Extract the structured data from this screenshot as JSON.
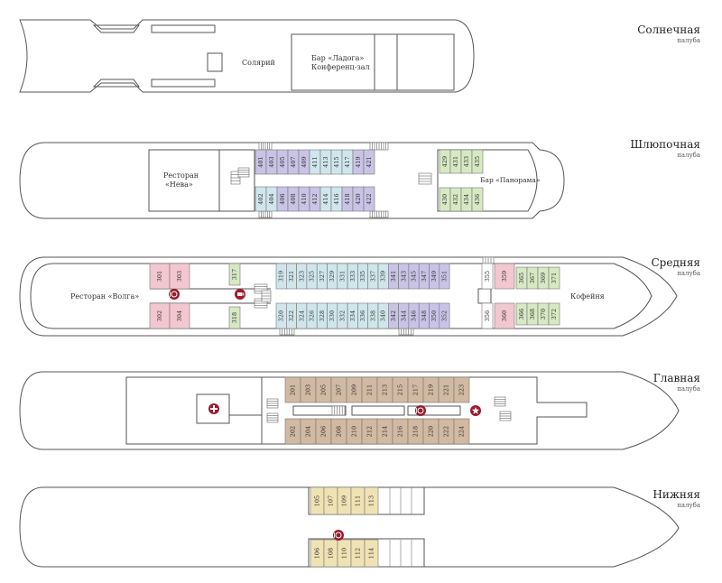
{
  "colors": {
    "outline": "#555555",
    "cat_purple": "#c9c3e6",
    "cat_lightblue": "#cfe6ec",
    "cat_green": "#d7e9c3",
    "cat_pink": "#f2c7cf",
    "cat_tan": "#d2b9a2",
    "cat_yellow": "#f0e3b3",
    "cat_white": "#ffffff",
    "marker": "#9b1b2c"
  },
  "decks": [
    {
      "title": "Солнечная",
      "subtitle": "палуба",
      "labels": [
        {
          "text": "Солярий"
        },
        {
          "text": "Бар «Ладога»"
        },
        {
          "text": "Конференц-зал"
        }
      ],
      "cabins": []
    },
    {
      "title": "Шлюпочная",
      "subtitle": "палуба",
      "labels": [
        {
          "text": "Ресторан"
        },
        {
          "text": "«Нева»"
        },
        {
          "text": "Бар «Панорама»"
        }
      ],
      "cabins": [
        {
          "n": "401",
          "cat": "purple"
        },
        {
          "n": "403",
          "cat": "purple"
        },
        {
          "n": "405",
          "cat": "purple"
        },
        {
          "n": "407",
          "cat": "purple"
        },
        {
          "n": "409",
          "cat": "purple"
        },
        {
          "n": "411",
          "cat": "lightblue"
        },
        {
          "n": "413",
          "cat": "lightblue"
        },
        {
          "n": "415",
          "cat": "lightblue"
        },
        {
          "n": "417",
          "cat": "lightblue"
        },
        {
          "n": "419",
          "cat": "purple"
        },
        {
          "n": "421",
          "cat": "purple"
        },
        {
          "n": "402",
          "cat": "lightblue"
        },
        {
          "n": "404",
          "cat": "lightblue"
        },
        {
          "n": "406",
          "cat": "purple"
        },
        {
          "n": "408",
          "cat": "purple"
        },
        {
          "n": "410",
          "cat": "purple"
        },
        {
          "n": "412",
          "cat": "purple"
        },
        {
          "n": "414",
          "cat": "lightblue"
        },
        {
          "n": "416",
          "cat": "lightblue"
        },
        {
          "n": "418",
          "cat": "purple"
        },
        {
          "n": "420",
          "cat": "purple"
        },
        {
          "n": "422",
          "cat": "purple"
        },
        {
          "n": "429",
          "cat": "green"
        },
        {
          "n": "431",
          "cat": "green"
        },
        {
          "n": "433",
          "cat": "green"
        },
        {
          "n": "435",
          "cat": "green"
        },
        {
          "n": "430",
          "cat": "green"
        },
        {
          "n": "432",
          "cat": "green"
        },
        {
          "n": "434",
          "cat": "green"
        },
        {
          "n": "436",
          "cat": "green"
        }
      ]
    },
    {
      "title": "Средняя",
      "subtitle": "палуба",
      "labels": [
        {
          "text": "Ресторан «Волга»"
        },
        {
          "text": "Кофейня"
        }
      ],
      "cabins": [
        {
          "n": "301",
          "cat": "pink"
        },
        {
          "n": "303",
          "cat": "pink"
        },
        {
          "n": "317",
          "cat": "green"
        },
        {
          "n": "302",
          "cat": "pink"
        },
        {
          "n": "304",
          "cat": "pink"
        },
        {
          "n": "318",
          "cat": "green"
        },
        {
          "n": "319",
          "cat": "lightblue"
        },
        {
          "n": "321",
          "cat": "lightblue"
        },
        {
          "n": "323",
          "cat": "lightblue"
        },
        {
          "n": "325",
          "cat": "lightblue"
        },
        {
          "n": "327",
          "cat": "lightblue"
        },
        {
          "n": "329",
          "cat": "lightblue"
        },
        {
          "n": "331",
          "cat": "lightblue"
        },
        {
          "n": "333",
          "cat": "lightblue"
        },
        {
          "n": "335",
          "cat": "lightblue"
        },
        {
          "n": "337",
          "cat": "lightblue"
        },
        {
          "n": "339",
          "cat": "lightblue"
        },
        {
          "n": "341",
          "cat": "purple"
        },
        {
          "n": "343",
          "cat": "purple"
        },
        {
          "n": "345",
          "cat": "purple"
        },
        {
          "n": "347",
          "cat": "purple"
        },
        {
          "n": "349",
          "cat": "purple"
        },
        {
          "n": "351",
          "cat": "purple"
        },
        {
          "n": "320",
          "cat": "lightblue"
        },
        {
          "n": "322",
          "cat": "lightblue"
        },
        {
          "n": "324",
          "cat": "lightblue"
        },
        {
          "n": "326",
          "cat": "lightblue"
        },
        {
          "n": "328",
          "cat": "lightblue"
        },
        {
          "n": "330",
          "cat": "lightblue"
        },
        {
          "n": "332",
          "cat": "lightblue"
        },
        {
          "n": "334",
          "cat": "lightblue"
        },
        {
          "n": "336",
          "cat": "lightblue"
        },
        {
          "n": "338",
          "cat": "lightblue"
        },
        {
          "n": "340",
          "cat": "lightblue"
        },
        {
          "n": "342",
          "cat": "purple"
        },
        {
          "n": "344",
          "cat": "purple"
        },
        {
          "n": "346",
          "cat": "purple"
        },
        {
          "n": "348",
          "cat": "purple"
        },
        {
          "n": "350",
          "cat": "purple"
        },
        {
          "n": "352",
          "cat": "purple"
        },
        {
          "n": "355",
          "cat": "white"
        },
        {
          "n": "356",
          "cat": "white"
        },
        {
          "n": "359",
          "cat": "pink"
        },
        {
          "n": "360",
          "cat": "pink"
        },
        {
          "n": "365",
          "cat": "green"
        },
        {
          "n": "367",
          "cat": "green"
        },
        {
          "n": "369",
          "cat": "green"
        },
        {
          "n": "371",
          "cat": "green"
        },
        {
          "n": "366",
          "cat": "green"
        },
        {
          "n": "368",
          "cat": "green"
        },
        {
          "n": "370",
          "cat": "green"
        },
        {
          "n": "372",
          "cat": "green"
        }
      ]
    },
    {
      "title": "Главная",
      "subtitle": "палуба",
      "labels": [],
      "cabins": [
        {
          "n": "201",
          "cat": "tan"
        },
        {
          "n": "203",
          "cat": "tan"
        },
        {
          "n": "205",
          "cat": "tan"
        },
        {
          "n": "207",
          "cat": "tan"
        },
        {
          "n": "209",
          "cat": "tan"
        },
        {
          "n": "211",
          "cat": "tan"
        },
        {
          "n": "213",
          "cat": "tan"
        },
        {
          "n": "215",
          "cat": "tan"
        },
        {
          "n": "217",
          "cat": "tan"
        },
        {
          "n": "219",
          "cat": "tan"
        },
        {
          "n": "221",
          "cat": "tan"
        },
        {
          "n": "223",
          "cat": "tan"
        },
        {
          "n": "202",
          "cat": "tan"
        },
        {
          "n": "204",
          "cat": "tan"
        },
        {
          "n": "206",
          "cat": "tan"
        },
        {
          "n": "208",
          "cat": "tan"
        },
        {
          "n": "210",
          "cat": "tan"
        },
        {
          "n": "212",
          "cat": "tan"
        },
        {
          "n": "214",
          "cat": "tan"
        },
        {
          "n": "216",
          "cat": "tan"
        },
        {
          "n": "218",
          "cat": "tan"
        },
        {
          "n": "220",
          "cat": "tan"
        },
        {
          "n": "222",
          "cat": "tan"
        },
        {
          "n": "224",
          "cat": "tan"
        }
      ]
    },
    {
      "title": "Нижняя",
      "subtitle": "палуба",
      "labels": [],
      "cabins": [
        {
          "n": "105",
          "cat": "yellow"
        },
        {
          "n": "107",
          "cat": "yellow"
        },
        {
          "n": "109",
          "cat": "yellow"
        },
        {
          "n": "111",
          "cat": "yellow"
        },
        {
          "n": "113",
          "cat": "yellow"
        },
        {
          "n": "106",
          "cat": "yellow"
        },
        {
          "n": "108",
          "cat": "yellow"
        },
        {
          "n": "110",
          "cat": "yellow"
        },
        {
          "n": "112",
          "cat": "yellow"
        },
        {
          "n": "114",
          "cat": "yellow"
        }
      ]
    }
  ],
  "icons": [
    {
      "name": "restaurant-icon"
    },
    {
      "name": "cafe-icon"
    },
    {
      "name": "medical-icon"
    },
    {
      "name": "restaurant-icon"
    },
    {
      "name": "star-icon"
    },
    {
      "name": "restaurant-icon"
    }
  ]
}
